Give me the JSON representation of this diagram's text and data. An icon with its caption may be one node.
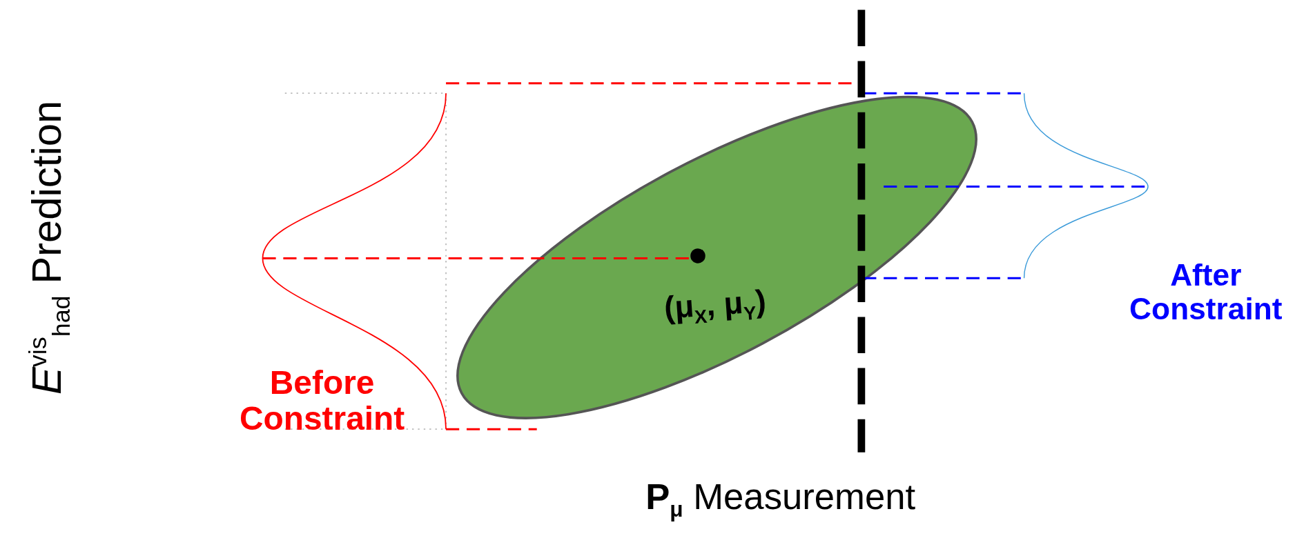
{
  "diagram": {
    "labels": [
      "*E*$^{vis}$$_{had}$ Prediction",
      "Before Constraint",
      "(μ$_{X}$, μ$_{Y}$)",
      "After Constraint",
      "**P**$_{μ}$ Measurement"
    ]
  }
}
